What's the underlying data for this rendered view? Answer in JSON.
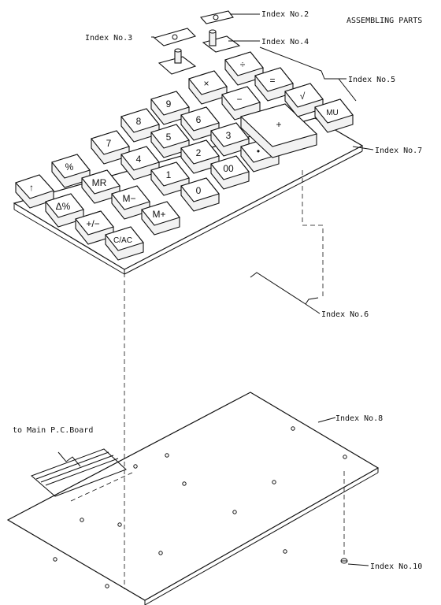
{
  "title": "ASSEMBLING PARTS",
  "labels": {
    "index2": "Index No.2",
    "index3": "Index No.3",
    "index4": "Index No.4",
    "index5": "Index No.5",
    "index6": "Index No.6",
    "index7": "Index No.7",
    "index8": "Index No.8",
    "index10": "Index No.10",
    "main_board": "to Main P.C.Board"
  },
  "keys": {
    "plus": "+",
    "divide": "÷",
    "equals": "=",
    "minus": "−",
    "times": "×",
    "mu": "MU",
    "seven": "7",
    "eight": "8",
    "nine": "9",
    "four": "4",
    "five": "5",
    "six": "6",
    "one": "1",
    "two": "2",
    "three": "3",
    "zero": "0",
    "double_zero": "00",
    "decimal": "•",
    "percent": "%",
    "delta_percent": "Δ%",
    "plus_minus": "+/−",
    "clear": "C/AC",
    "mr": "MR",
    "m_minus": "M−",
    "m_plus": "M+",
    "shift": "↑",
    "sqrt": "√"
  }
}
